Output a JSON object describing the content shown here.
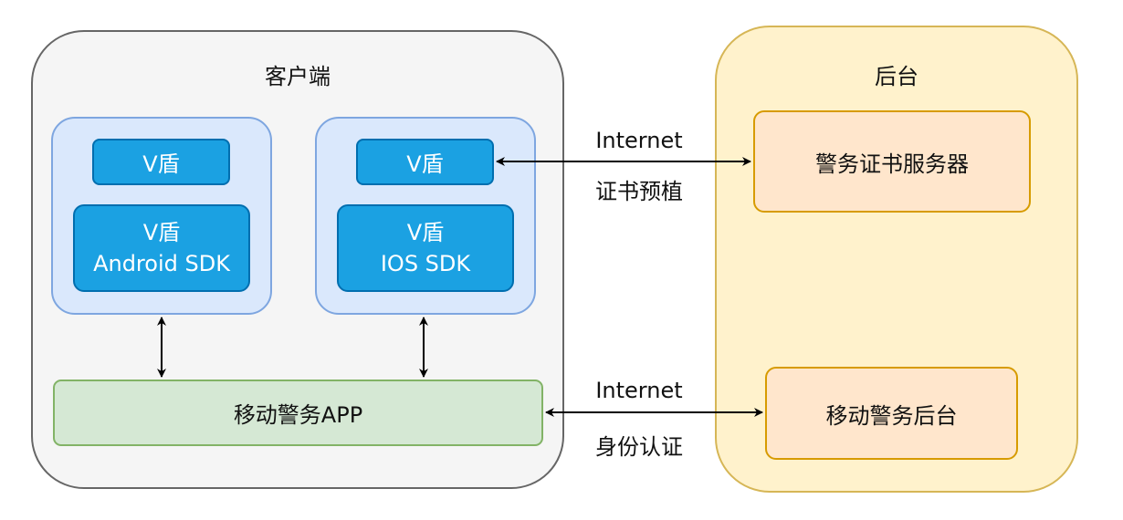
{
  "client": {
    "title": "客户端",
    "android": {
      "shield": "V盾",
      "sdk_line1": "V盾",
      "sdk_line2": "Android SDK"
    },
    "ios": {
      "shield": "V盾",
      "sdk_line1": "V盾",
      "sdk_line2": "IOS SDK"
    },
    "app": "移动警务APP"
  },
  "backend": {
    "title": "后台",
    "cert_server": "警务证书服务器",
    "mobile_backend": "移动警务后台"
  },
  "links": {
    "top": {
      "line1": "Internet",
      "line2": "证书预植"
    },
    "bottom": {
      "line1": "Internet",
      "line2": "身份认证"
    }
  },
  "colors": {
    "client_fill": "#f5f5f5",
    "backend_fill": "#fff2cc",
    "sdk_group_fill": "#dae8fc",
    "sdk_fill": "#1ba1e2",
    "app_fill": "#d5e8d4",
    "server_fill": "#ffe6cc"
  }
}
